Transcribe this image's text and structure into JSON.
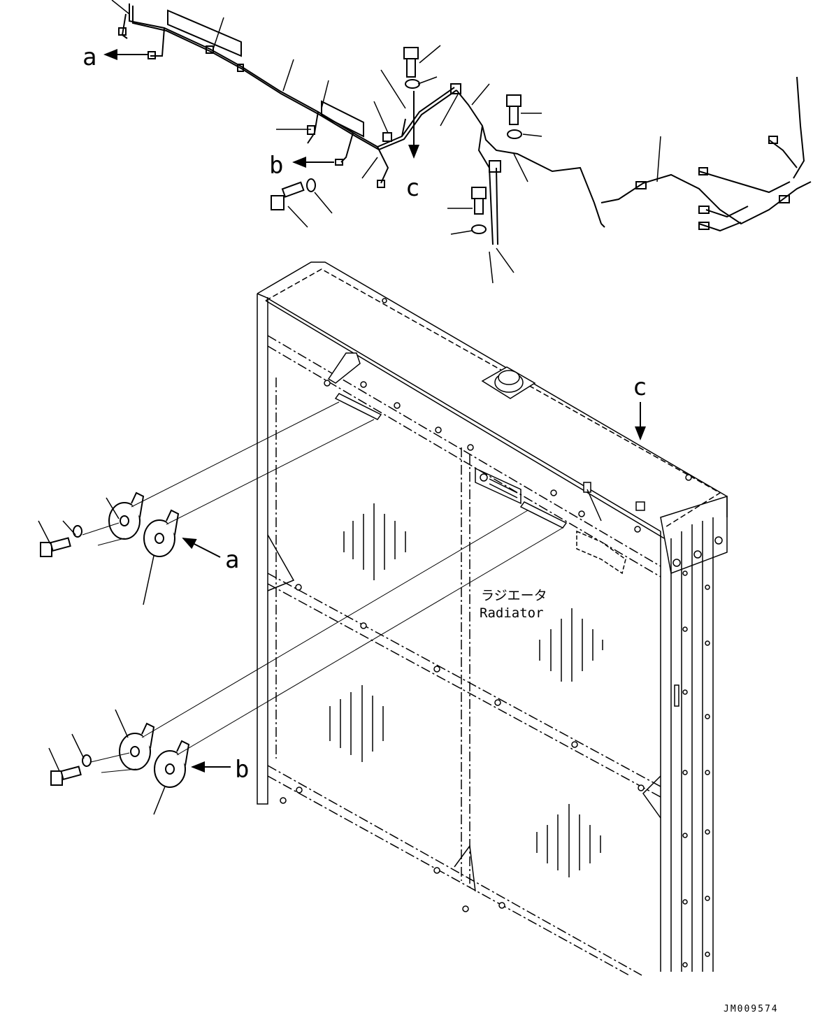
{
  "labels": {
    "a_top": "a",
    "b_top": "b",
    "c_top": "c",
    "c_frame": "c",
    "a_horn": "a",
    "b_horn": "b"
  },
  "radiator": {
    "jp": "ラジエータ",
    "en": "Radiator"
  },
  "drawing_code": "JM009574",
  "colors": {
    "line": "#000000",
    "background": "#ffffff"
  }
}
